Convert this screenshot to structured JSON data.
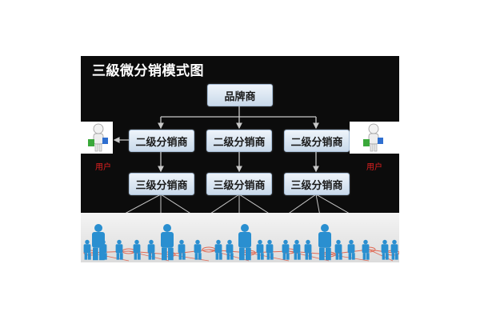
{
  "diagram": {
    "title": "三級微分销模式图",
    "brand": "品牌商",
    "level2": [
      "二级分销商",
      "二级分销商",
      "二级分销商"
    ],
    "level3": [
      "三级分销商",
      "三级分销商",
      "三级分销商"
    ],
    "user_left": "用户",
    "user_right": "用户"
  },
  "colors": {
    "background": "#0c0c0c",
    "node_fill": "#dbe6f2",
    "arrow": "#c8c8c8",
    "user_label": "#e02020",
    "people": "#2a8fd0",
    "network_lines": "#e06a55"
  },
  "icons": [
    "user-shopper-icon",
    "person-figure-icon"
  ]
}
